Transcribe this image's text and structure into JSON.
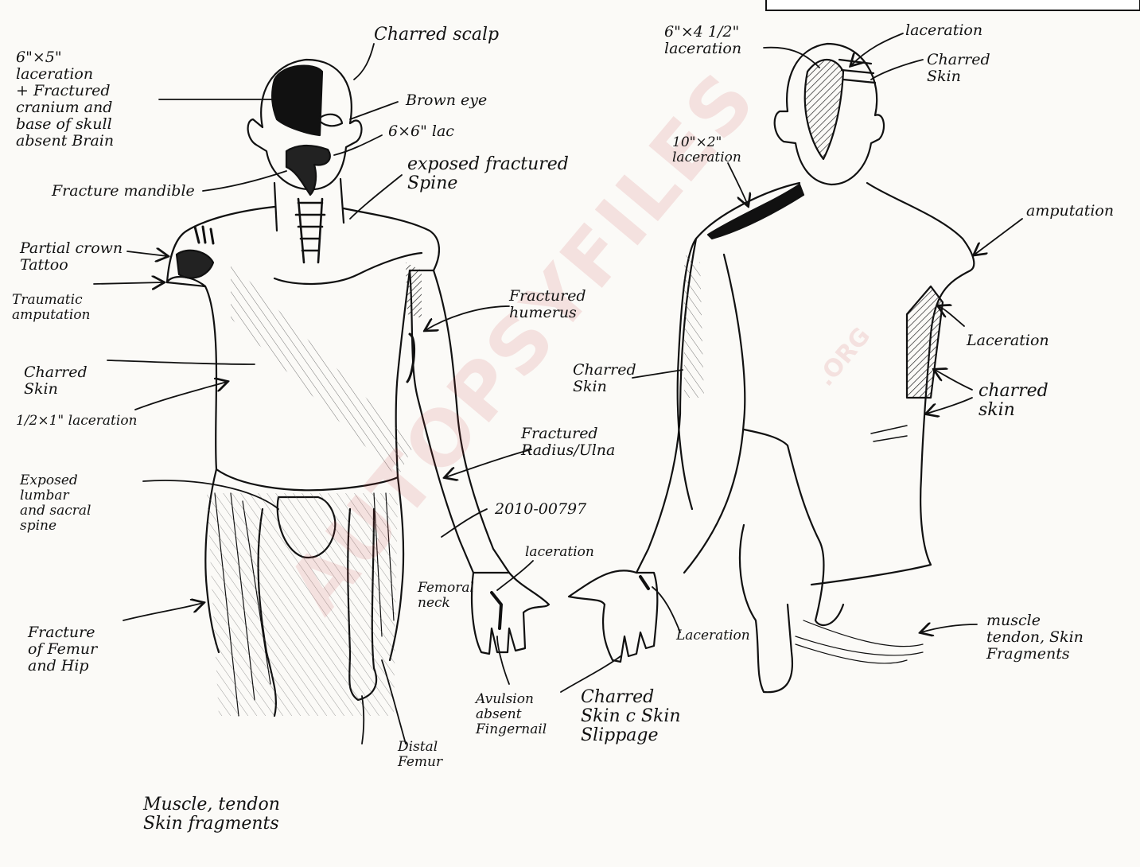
{
  "case_number": "2010-00797",
  "watermark": "AUTOPSYFILES",
  "watermark_suffix": ".ORG",
  "labels": {
    "laceration_6x5": "6\"×5\"\nlaceration\n+ Fractured\ncranium and\nbase of skull\nabsent Brain",
    "charred_scalp": "Charred scalp",
    "brown_eye": "Brown eye",
    "laceration_6x6": "6×6\" lac",
    "exposed_spine": "exposed fractured\nSpine",
    "fracture_mandible": "Fracture mandible",
    "partial_crown_tattoo": "Partial crown\nTattoo",
    "traumatic_amputation": "Traumatic\namputation",
    "fractured_humerus": "Fractured\nhumerus",
    "charred_skin_front": "Charred\nSkin",
    "laceration_half_inch": "1/2×1\" laceration",
    "fractured_radius_ulna": "Fractured\nRadius/Ulna",
    "exposed_lumbar": "Exposed\nlumbar\nand sacral\nspine",
    "laceration_hand": "laceration",
    "femoral_neck": "Femoral\nneck",
    "fracture_femur_hip": "Fracture\nof Femur\nand Hip",
    "avulsion_fingernail": "Avulsion\nabsent\nFingernail",
    "charred_skin_slippage": "Charred\nSkin c Skin\nSlippage",
    "distal_femur": "Distal\nFemur",
    "muscle_tendon_skin_front": "Muscle, tendon\nSkin fragments",
    "laceration_6x4half": "6\"×4 1/2\"\nlaceration",
    "laceration_top": "laceration",
    "charred_skin_head_back": "Charred\nSkin",
    "laceration_10x2": "10\"×2\"\nlaceration",
    "amputation_back": "amputation",
    "charred_skin_back_arm": "Charred\nSkin",
    "laceration_back": "Laceration",
    "charred_skin_back": "charred\nskin",
    "laceration_back_hand": "Laceration",
    "muscle_tendon_skin_back": "muscle\ntendon, Skin\nFragments"
  }
}
